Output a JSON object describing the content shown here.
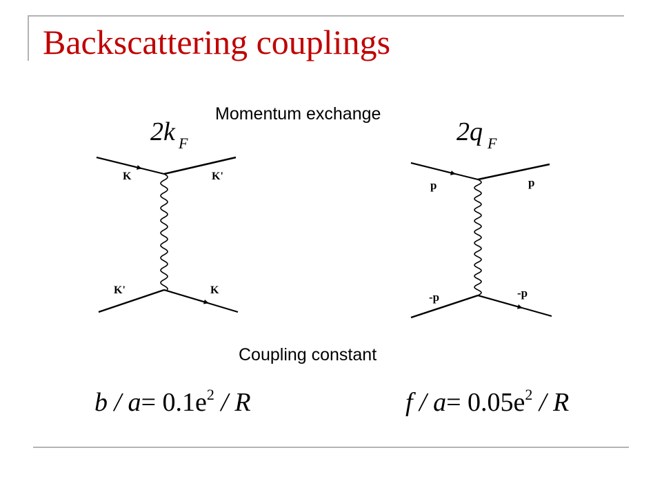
{
  "slide": {
    "title": "Backscattering couplings",
    "momentum_heading": "Momentum exchange",
    "coupling_heading": "Coupling constant"
  },
  "left_diagram": {
    "momentum": {
      "prefix": "2k",
      "subscript": "F"
    },
    "labels": {
      "top_in": "K",
      "top_out": "K'",
      "bottom_in": "K'",
      "bottom_out": "K"
    },
    "formula": {
      "lhs": "b / a",
      "rhs_coeff": "= 0.1e",
      "exp": "2",
      "rhs_tail": " / R"
    }
  },
  "right_diagram": {
    "momentum": {
      "prefix": "2q",
      "subscript": "F"
    },
    "labels": {
      "top_in": "p",
      "top_out": "p",
      "bottom_in": "-p",
      "bottom_out": "-p"
    },
    "formula": {
      "lhs": "f / a",
      "rhs_coeff": "= 0.05e",
      "exp": "2",
      "rhs_tail": " / R"
    }
  },
  "colors": {
    "title": "#c00000",
    "frame": "#b3b3b3",
    "ink": "#000000"
  }
}
